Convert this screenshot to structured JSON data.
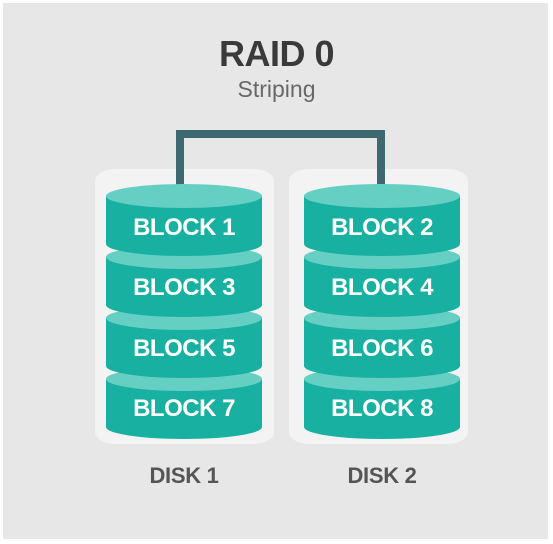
{
  "diagram": {
    "title": "RAID 0",
    "subtitle": "Striping",
    "disks": [
      {
        "label": "DISK 1",
        "blocks": [
          "BLOCK 1",
          "BLOCK 3",
          "BLOCK 5",
          "BLOCK 7"
        ]
      },
      {
        "label": "DISK 2",
        "blocks": [
          "BLOCK 2",
          "BLOCK 4",
          "BLOCK 6",
          "BLOCK 8"
        ]
      }
    ],
    "colors": {
      "panel": "#e7e7e7",
      "disk_bg": "#f3f3f3",
      "block_top": "#66cfc3",
      "block_body": "#18b0a0",
      "connector": "#3e6970",
      "title": "#3a3a3a",
      "subtitle": "#686868",
      "disk_label": "#555555"
    }
  }
}
